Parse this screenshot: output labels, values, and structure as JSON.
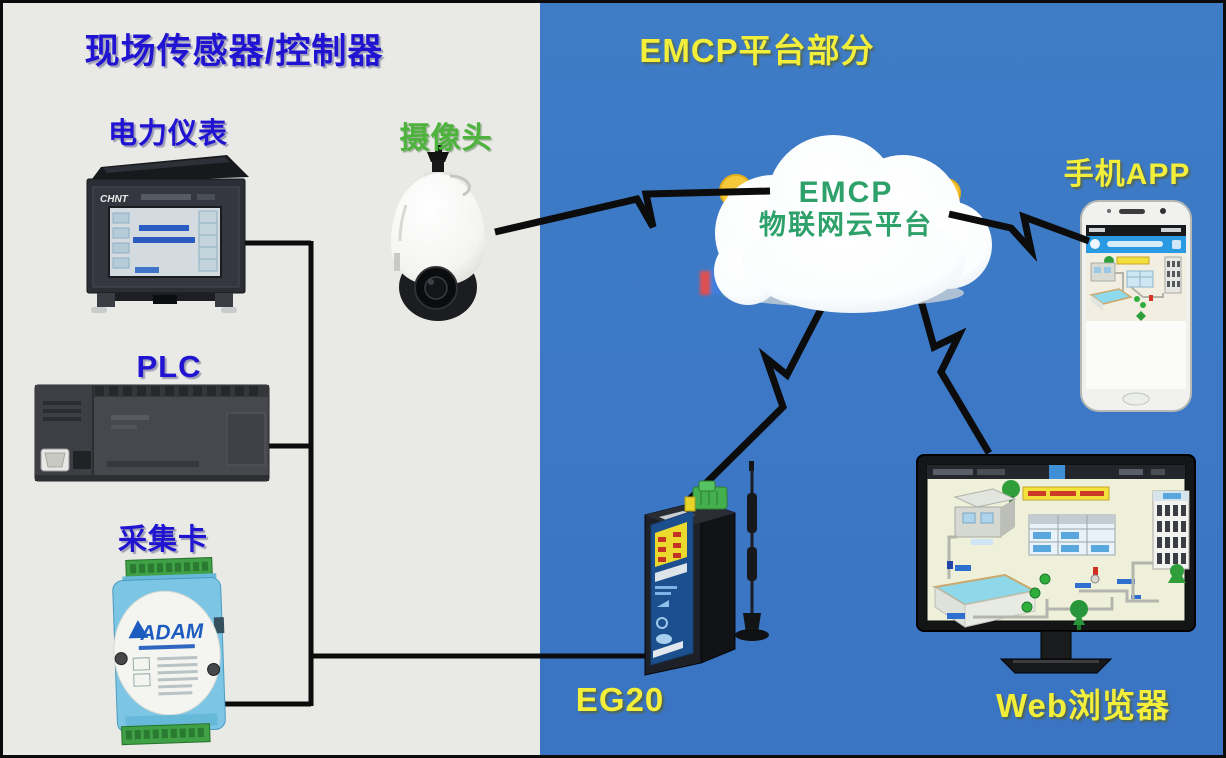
{
  "sections": {
    "field": {
      "title": "现场传感器/控制器"
    },
    "platform": {
      "title": "EMCP平台部分"
    }
  },
  "nodes": {
    "power_meter": {
      "label": "电力仪表",
      "brand": "CHNT"
    },
    "camera": {
      "label": "摄像头"
    },
    "plc": {
      "label": "PLC"
    },
    "daq_card": {
      "label": "采集卡",
      "brand": "ADAM"
    },
    "gateway": {
      "label": "EG20"
    },
    "cloud": {
      "title_line1": "EMCP",
      "title_line2": "物联网云平台"
    },
    "phone": {
      "label": "手机APP"
    },
    "web_browser": {
      "label": "Web浏览器"
    }
  },
  "colors": {
    "field_bg": "#e9e9e6",
    "platform_bg": "#3c78c6",
    "blue_label": "#2013d2",
    "green_label": "#4db33c",
    "yellow_label": "#f2ee3a",
    "cloud_text": "#2ea16b",
    "wire": "#0c0c0c"
  }
}
